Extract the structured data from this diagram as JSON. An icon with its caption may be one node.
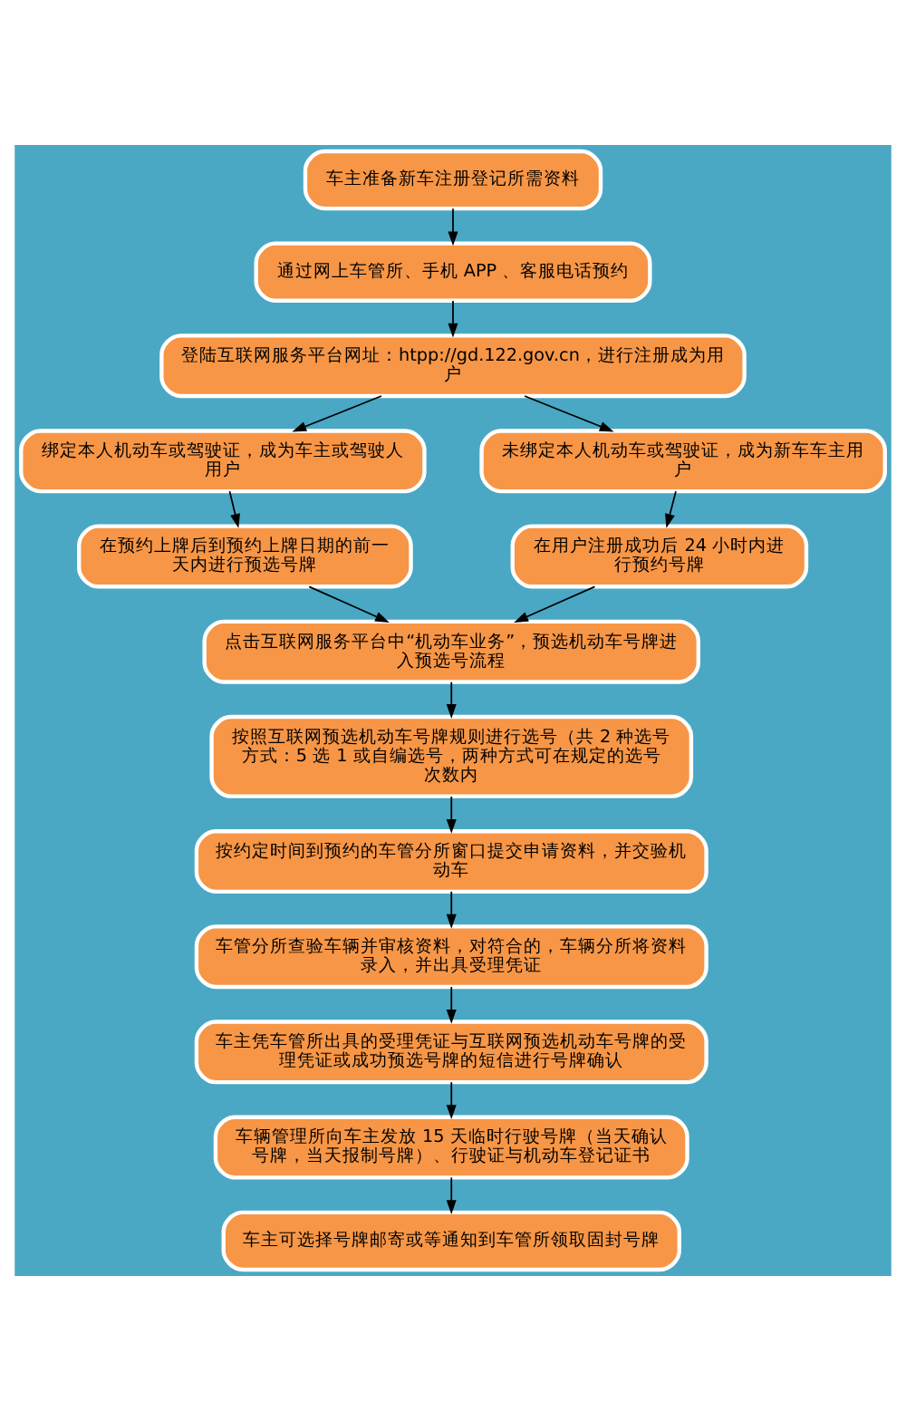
{
  "diagram": {
    "nodes": [
      {
        "text": [
          "车主准备新车注册登记所需资料"
        ]
      },
      {
        "text": [
          "通过网上车管所、手机 APP 、客服电话预约"
        ]
      },
      {
        "text": [
          "登陆互联网服务平台网址：htpp://gd.122.gov.cn，进行注册成为用户"
        ]
      },
      {
        "text": [
          "绑定本人机动车或驾驶证，成为车主或驾驶人用户"
        ]
      },
      {
        "text": [
          "未绑定本人机动车或驾驶证，成为新车车主用户"
        ]
      },
      {
        "text": [
          "在预约上牌后到预约上牌日期的前一天内进行预选号牌"
        ]
      },
      {
        "text": [
          "在用户注册成功后 24 小时内进行预约号牌"
        ]
      },
      {
        "text": [
          "点击互联网服务平台中“机动车业务”，预选机动车号牌进入预选号流程"
        ]
      },
      {
        "text": [
          "按照互联网预选机动车号牌规则进行选号（共 2 种选号方式：5 选 1 或自编选号，两种方式可在规定的选号次数内"
        ]
      },
      {
        "text": [
          "按约定时间到预约的车管分所窗口提交申请资料，并交验机动车"
        ]
      },
      {
        "text": [
          "车管分所查验车辆并审核资料，对符合的，车辆分所将资料录入，并出具受理凭证"
        ]
      },
      {
        "text": [
          "车主凭车管所出具的受理凭证与互联网预选机动车号牌的受理凭证或成功预选号牌的短信进行号牌确认"
        ]
      },
      {
        "text": [
          "车辆管理所向车主发放 15 天临时行驶号牌（当天确认号牌，当天报制号牌）、行驶证与机动车登记证书"
        ]
      },
      {
        "text": [
          "车主可选择号牌邮寄或等通知到车管所领取固封号牌"
        ]
      }
    ],
    "edges": [
      {
        "from": 0,
        "to": 1,
        "arrow": "to"
      },
      {
        "from": 1,
        "to": 2,
        "arrow": "to"
      },
      {
        "from": 2,
        "to": 3,
        "arrow": "to"
      },
      {
        "from": 2,
        "to": 4,
        "arrow": "to"
      },
      {
        "from": 3,
        "to": 5,
        "arrow": "to"
      },
      {
        "from": 4,
        "to": 6,
        "arrow": "to"
      },
      {
        "from": 5,
        "to": 7,
        "arrow": "to"
      },
      {
        "from": 6,
        "to": 7,
        "arrow": "to"
      },
      {
        "from": 7,
        "to": 8,
        "arrow": "to"
      },
      {
        "from": 8,
        "to": 9,
        "arrow": "to"
      },
      {
        "from": 9,
        "to": 10,
        "arrow": "to"
      },
      {
        "from": 10,
        "to": 11,
        "arrow": "to"
      },
      {
        "from": 11,
        "to": 12,
        "arrow": "to"
      },
      {
        "from": 12,
        "to": 13,
        "arrow": "to"
      }
    ]
  }
}
